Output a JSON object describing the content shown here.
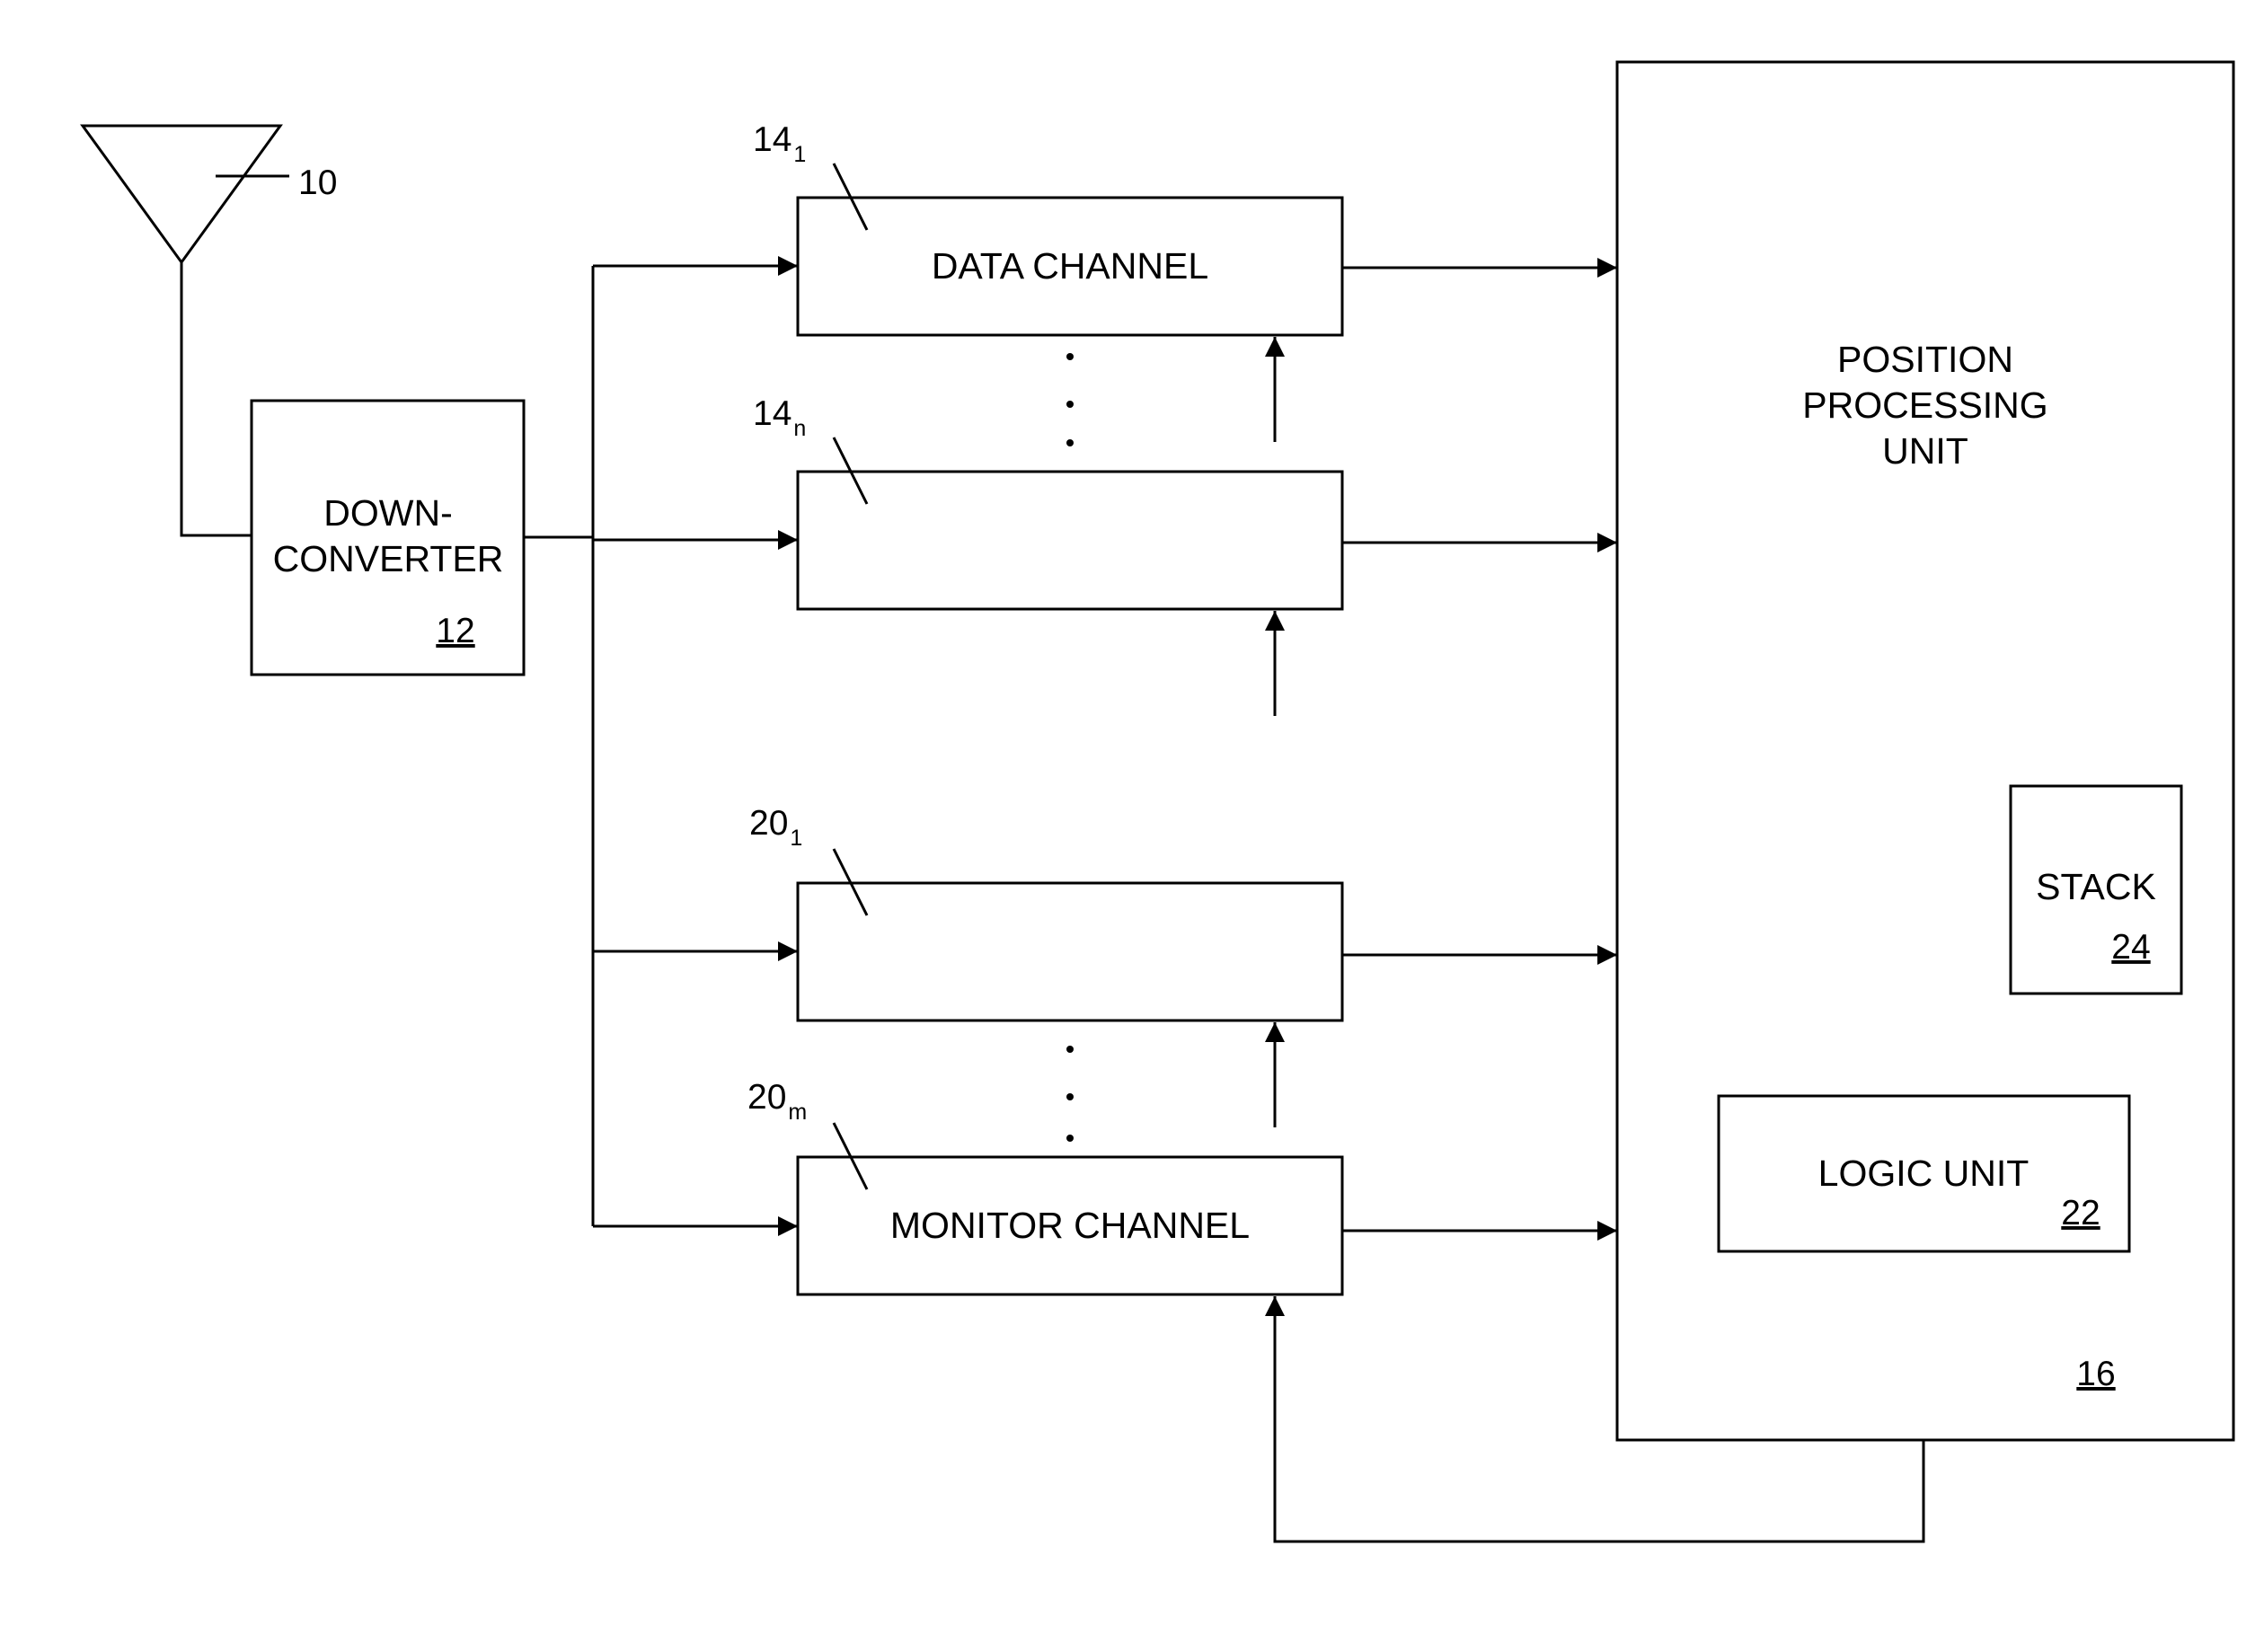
{
  "antenna": {
    "ref": "10"
  },
  "downconverter": {
    "line1": "DOWN-",
    "line2": "CONVERTER",
    "ref": "12"
  },
  "channels": {
    "data_channel_1": {
      "label": "DATA CHANNEL",
      "ref_main": "14",
      "ref_sub": "1"
    },
    "data_channel_n": {
      "label": "",
      "ref_main": "14",
      "ref_sub": "n"
    },
    "monitor_channel_1": {
      "label": "",
      "ref_main": "20",
      "ref_sub": "1"
    },
    "monitor_channel_m": {
      "label": "MONITOR CHANNEL",
      "ref_main": "20",
      "ref_sub": "m"
    }
  },
  "position_processing_unit": {
    "line1": "POSITION",
    "line2": "PROCESSING",
    "line3": "UNIT",
    "ref": "16"
  },
  "stack": {
    "label": "STACK",
    "ref": "24"
  },
  "logic_unit": {
    "label": "LOGIC UNIT",
    "ref": "22"
  },
  "ellipsis_glyph": "."
}
